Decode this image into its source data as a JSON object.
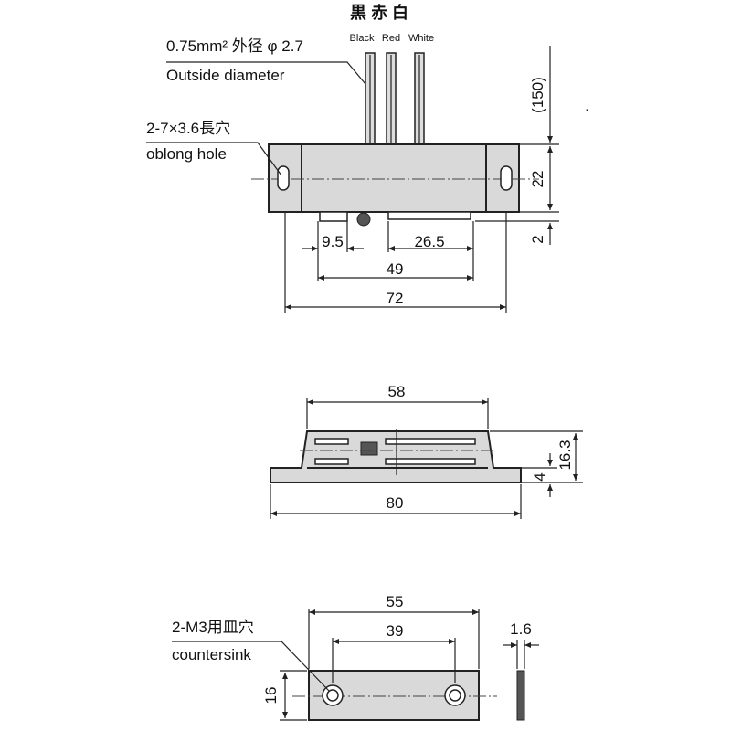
{
  "top_view": {
    "wire_colors_jp": "黒 赤 白",
    "wire_colors_en": {
      "black": "Black",
      "red": "Red",
      "white": "White"
    },
    "wire_note_jp": "0.75mm² 外径 φ 2.7",
    "wire_note_en": "Outside diameter",
    "hole_note_jp": "2-7×3.6長穴",
    "hole_note_en": "oblong hole",
    "dim_lead_length": "(150)",
    "dim_height": "22",
    "dim_offset": "2",
    "dim_a": "9.5",
    "dim_b": "26.5",
    "dim_c": "49",
    "dim_total": "72"
  },
  "side_view": {
    "dim_top": "58",
    "dim_height": "16.3",
    "dim_flange": "4",
    "dim_total": "80"
  },
  "bottom_view": {
    "hole_note_jp": "2-M3用皿穴",
    "hole_note_en": "countersink",
    "dim_outer": "55",
    "dim_inner": "39",
    "dim_height": "16",
    "dim_thickness": "1.6"
  }
}
